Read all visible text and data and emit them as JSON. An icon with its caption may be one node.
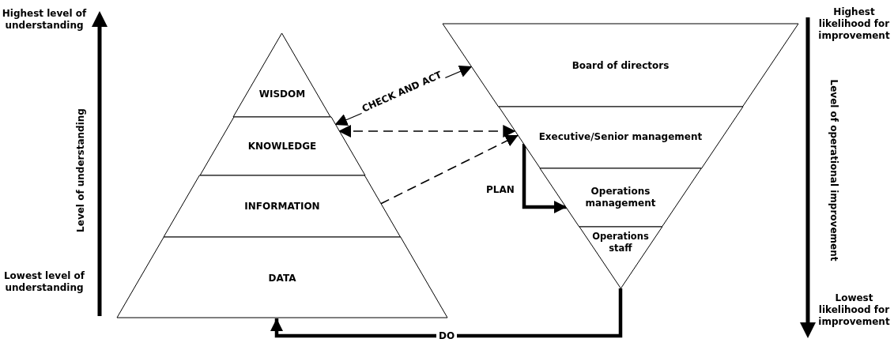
{
  "diagram": {
    "nodes": [
      {
        "text": [
          "WISDOM"
        ]
      },
      {
        "text": [
          "KNOWLEDGE"
        ]
      },
      {
        "text": [
          "INFORMATION"
        ]
      },
      {
        "text": [
          "DATA"
        ]
      },
      {
        "text": [
          "Board of directors"
        ]
      },
      {
        "text": [
          "Executive/Senior management"
        ]
      },
      {
        "text": [
          "Operations management"
        ]
      },
      {
        "text": [
          "Operations staff"
        ]
      }
    ],
    "edges": [
      {
        "from": 1,
        "to": 4,
        "arrow": "both",
        "label": "CHECK AND ACT"
      },
      {
        "from": 1,
        "to": 5,
        "arrow": "both",
        "style": "dashed"
      },
      {
        "from": 2,
        "to": 5,
        "arrow": "to",
        "style": "dashed"
      },
      {
        "from": 5,
        "to": 6,
        "arrow": "to",
        "style": "thick",
        "label": "PLAN"
      },
      {
        "from": 7,
        "to": 3,
        "arrow": "to",
        "style": "thick",
        "label": "DO"
      }
    ],
    "labels": [
      "Highest level of understanding",
      "Highest likelihood for improvement",
      "Level of understanding",
      "Level of operational improvement",
      "Lowest level of understanding",
      "Lowest likelihood for improvement"
    ]
  }
}
